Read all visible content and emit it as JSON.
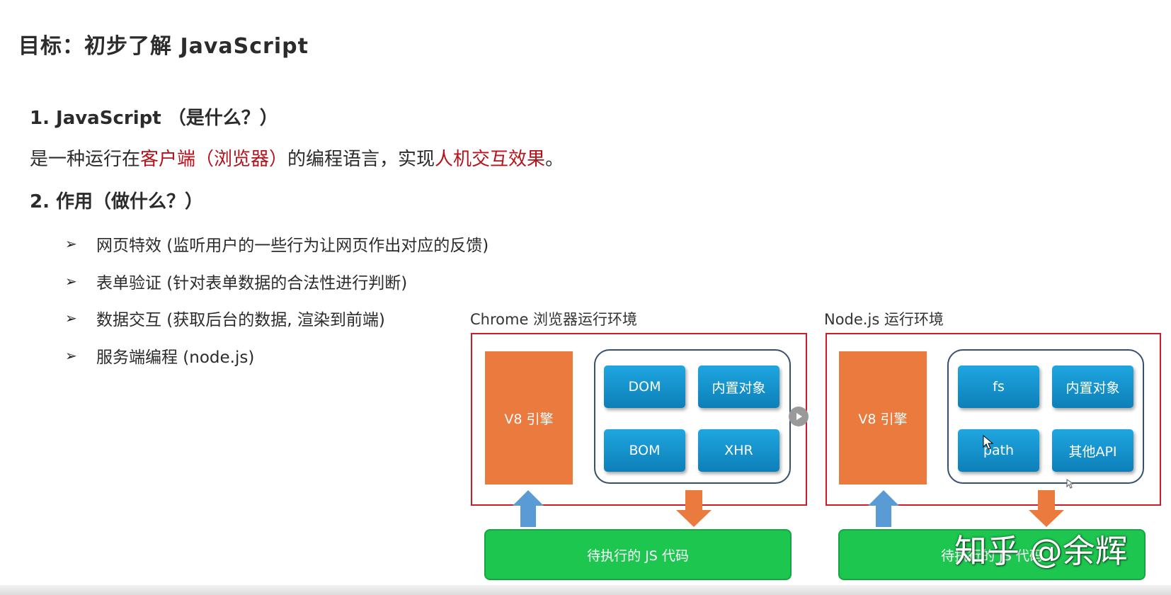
{
  "title": "目标：初步了解 JavaScript",
  "section1": {
    "heading": "1. JavaScript （是什么？）",
    "para": {
      "part1": "是一种运行在",
      "highlight1": "客户端（浏览器）",
      "part2": "的编程语言，实现",
      "highlight2": "人机交互效果",
      "part3": "。"
    }
  },
  "section2": {
    "heading": "2. 作用（做什么？）",
    "bullets": [
      "网页特效 (监听用户的一些行为让网页作出对应的反馈)",
      "表单验证 (针对表单数据的合法性进行判断)",
      "数据交互 (获取后台的数据, 渲染到前端)",
      "服务端编程 (node.js)"
    ]
  },
  "diagram": {
    "browser": {
      "label": "Chrome 浏览器运行环境",
      "engine": "V8 引擎",
      "apis": [
        "DOM",
        "内置对象",
        "BOM",
        "XHR"
      ],
      "code": "待执行的 JS 代码"
    },
    "node": {
      "label": "Node.js 运行环境",
      "engine": "V8 引擎",
      "apis": [
        "fs",
        "内置对象",
        "path",
        "其他API"
      ],
      "code": "待执行的 JS 代码"
    }
  },
  "watermark": "知乎 @余辉",
  "colors": {
    "highlight_red": "#b5121b",
    "border_red": "#d11b2a",
    "engine_orange": "#ea7a3e",
    "api_blue": "#1590cc",
    "code_green": "#1dc64f",
    "arrow_blue": "#5b9bd5",
    "arrow_orange": "#ea7a3e"
  }
}
